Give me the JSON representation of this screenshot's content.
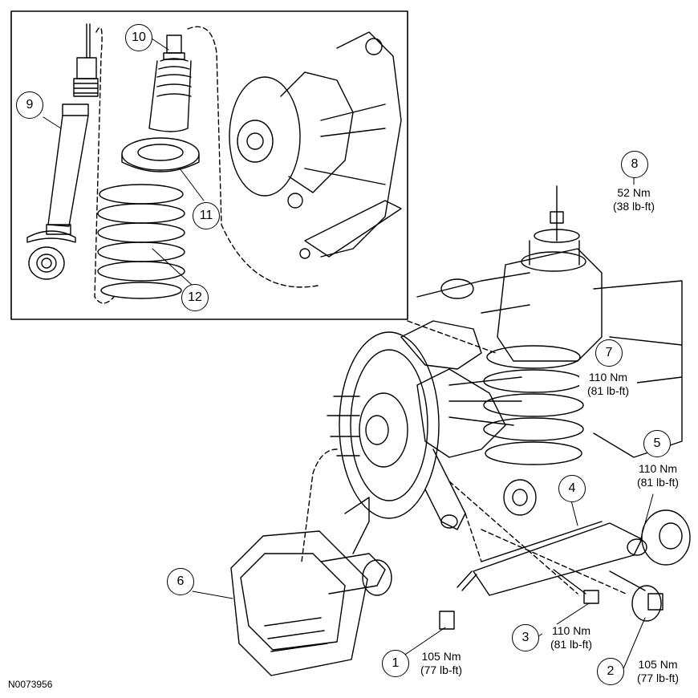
{
  "figure_id": "N0073956",
  "callouts": [
    {
      "id": "1",
      "torque_nm": "105 Nm",
      "torque_lbft": "(77 lb-ft)"
    },
    {
      "id": "2",
      "torque_nm": "105 Nm",
      "torque_lbft": "(77 lb-ft)"
    },
    {
      "id": "3",
      "torque_nm": "110 Nm",
      "torque_lbft": "(81 lb-ft)"
    },
    {
      "id": "4"
    },
    {
      "id": "5",
      "torque_nm": "110 Nm",
      "torque_lbft": "(81 lb-ft)"
    },
    {
      "id": "6"
    },
    {
      "id": "7",
      "torque_nm": "110 Nm",
      "torque_lbft": "(81 lb-ft)"
    },
    {
      "id": "8",
      "torque_nm": "52 Nm",
      "torque_lbft": "(38 lb-ft)"
    },
    {
      "id": "9"
    },
    {
      "id": "10"
    },
    {
      "id": "11"
    },
    {
      "id": "12"
    }
  ]
}
